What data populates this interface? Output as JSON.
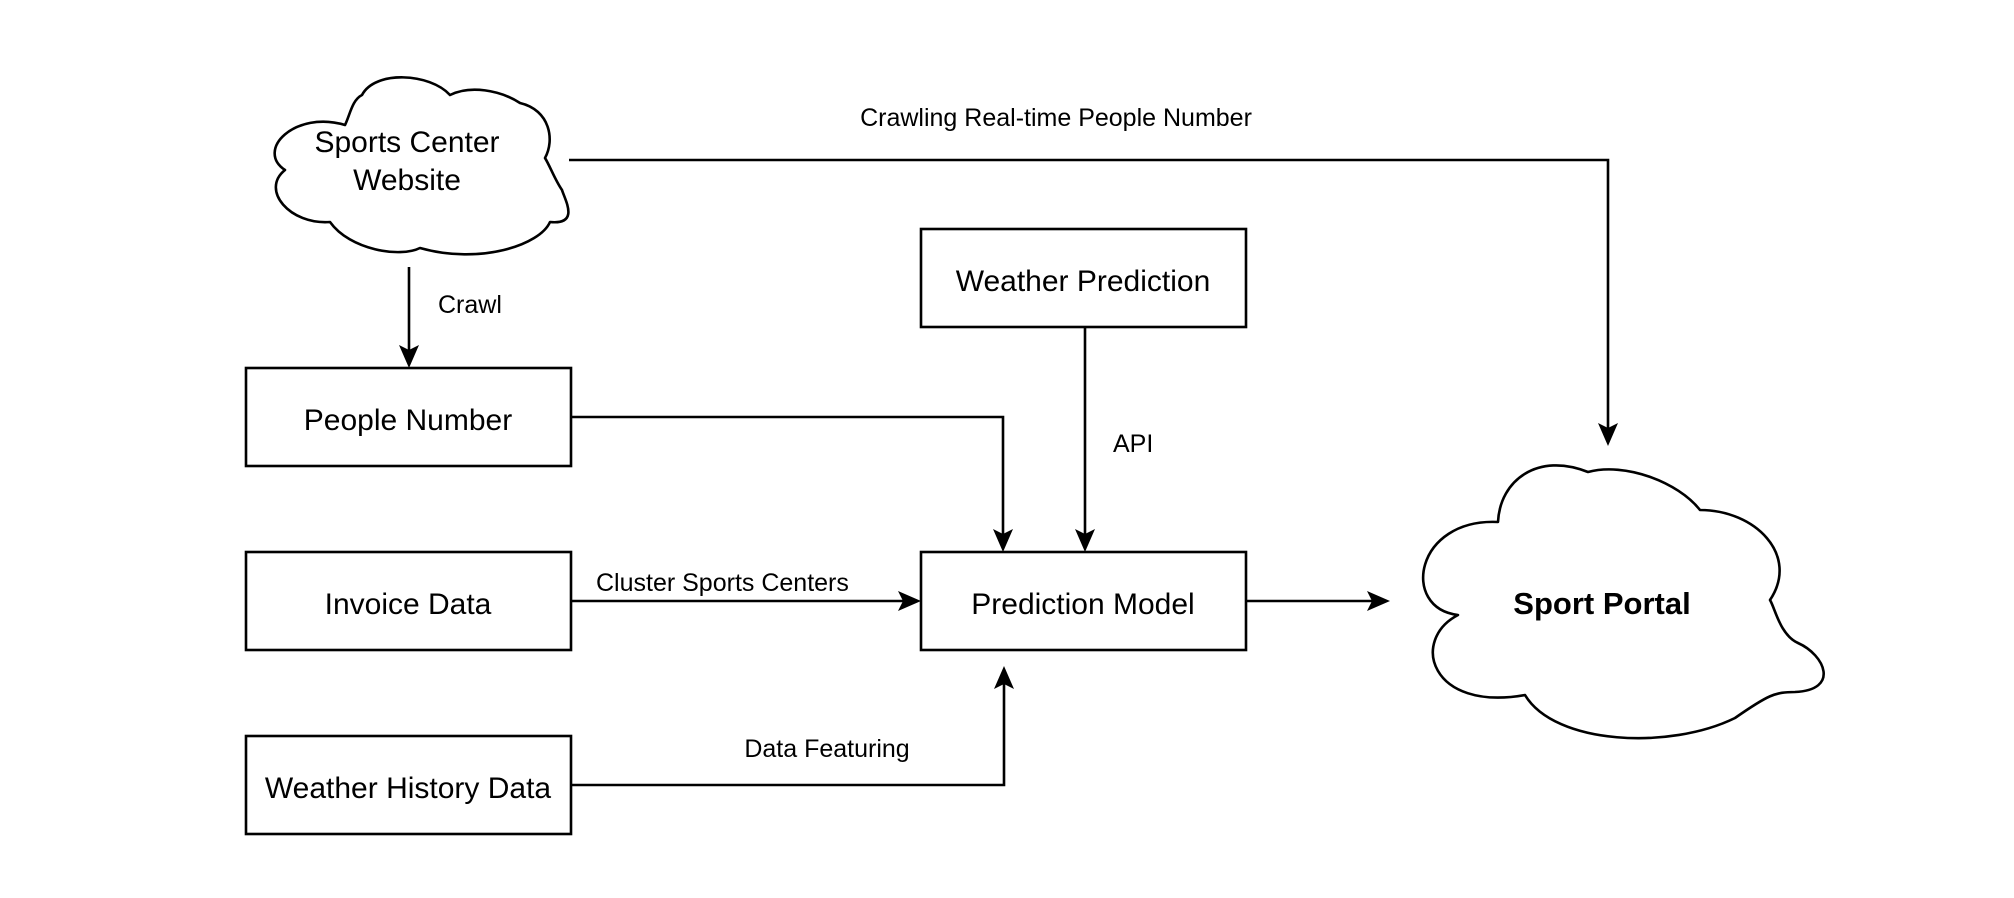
{
  "diagram": {
    "nodes": {
      "sports_center_website": {
        "line1": "Sports Center",
        "line2": "Website"
      },
      "people_number": {
        "label": "People Number"
      },
      "invoice_data": {
        "label": "Invoice Data"
      },
      "weather_history_data": {
        "label": "Weather History Data"
      },
      "weather_prediction": {
        "label": "Weather Prediction"
      },
      "prediction_model": {
        "label": "Prediction Model"
      },
      "sport_portal": {
        "label": "Sport Portal"
      }
    },
    "edges": {
      "crawling_realtime": {
        "label": "Crawling Real-time People Number"
      },
      "crawl": {
        "label": "Crawl"
      },
      "api": {
        "label": "API"
      },
      "cluster_sports_centers": {
        "label": "Cluster Sports Centers"
      },
      "data_featuring": {
        "label": "Data Featuring"
      }
    }
  }
}
